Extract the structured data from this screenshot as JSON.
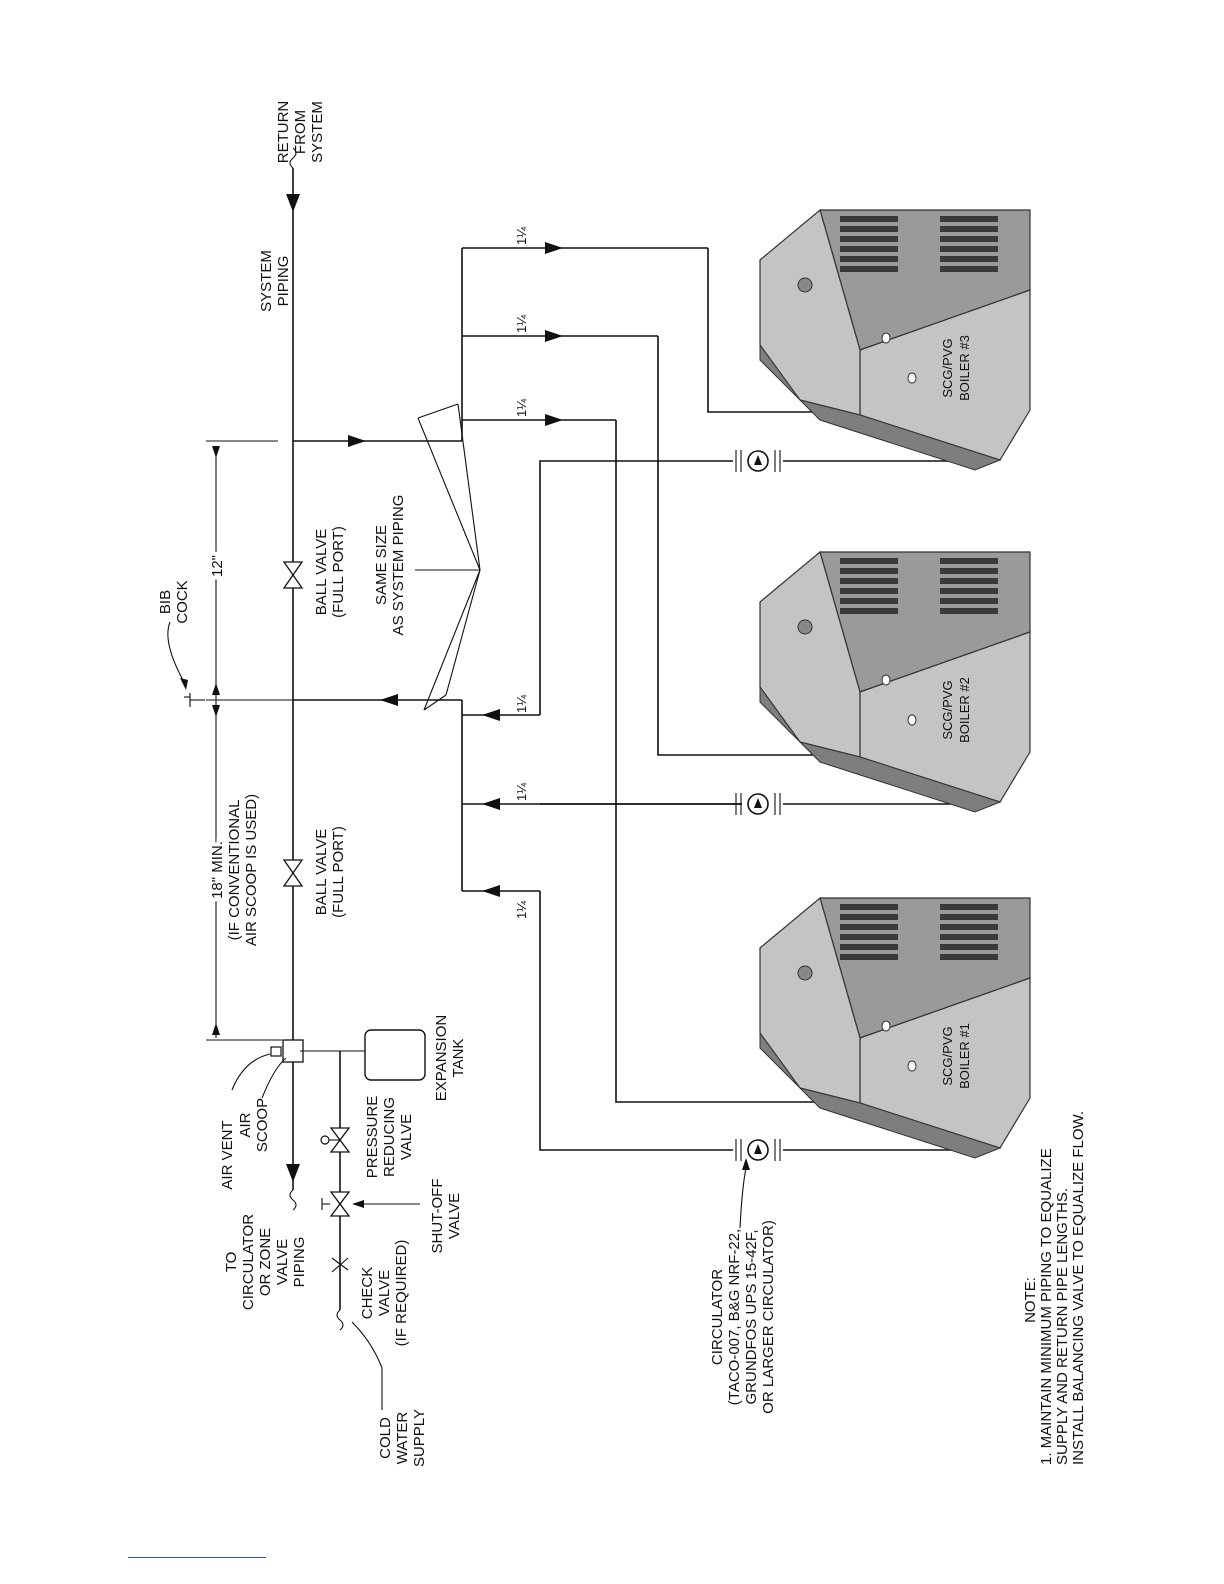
{
  "labels": {
    "return_from_system": [
      "RETURN",
      "FROM",
      "SYSTEM"
    ],
    "system_piping": [
      "SYSTEM",
      "PIPING"
    ],
    "bib_cock": [
      "BIB",
      "COCK"
    ],
    "dim_12": "12\"",
    "dim_18": [
      "18\" MIN.",
      "(IF CONVENTIONAL",
      "AIR SCOOP IS USED)"
    ],
    "ball_valve": [
      "BALL VALVE",
      "(FULL PORT)"
    ],
    "same_size": [
      "SAME SIZE",
      "AS SYSTEM PIPING"
    ],
    "air_vent": "AIR VENT",
    "air_scoop": [
      "AIR",
      "SCOOP"
    ],
    "expansion_tank": [
      "EXPANSION",
      "TANK"
    ],
    "pressure_reducing_valve": [
      "PRESSURE",
      "REDUCING",
      "VALVE"
    ],
    "shut_off_valve": [
      "SHUT-OFF",
      "VALVE"
    ],
    "to_circulator": [
      "TO",
      "CIRCULATOR",
      "OR ZONE",
      "VALVE",
      "PIPING"
    ],
    "check_valve": [
      "CHECK",
      "VALVE",
      "(IF REQUIRED)"
    ],
    "cold_water_supply": [
      "COLD",
      "WATER",
      "SUPPLY"
    ],
    "circulator": [
      "CIRCULATOR",
      "(TACO-007, B&G NRF-22,",
      "GRUNDFOS UPS 15-42F,",
      "OR LARGER CIRCULATOR)"
    ],
    "pipe_size": "1¼",
    "note": [
      "NOTE:",
      "1. MAINTAIN MINIMUM PIPING TO EQUALIZE",
      "SUPPLY AND RETURN PIPE LENGTHS.",
      "INSTALL BALANCING VALVE TO EQUALIZE FLOW."
    ]
  },
  "boilers": [
    {
      "model": "SCG/PVG",
      "name": "BOILER #1"
    },
    {
      "model": "SCG/PVG",
      "name": "BOILER #2"
    },
    {
      "model": "SCG/PVG",
      "name": "BOILER #3"
    }
  ]
}
